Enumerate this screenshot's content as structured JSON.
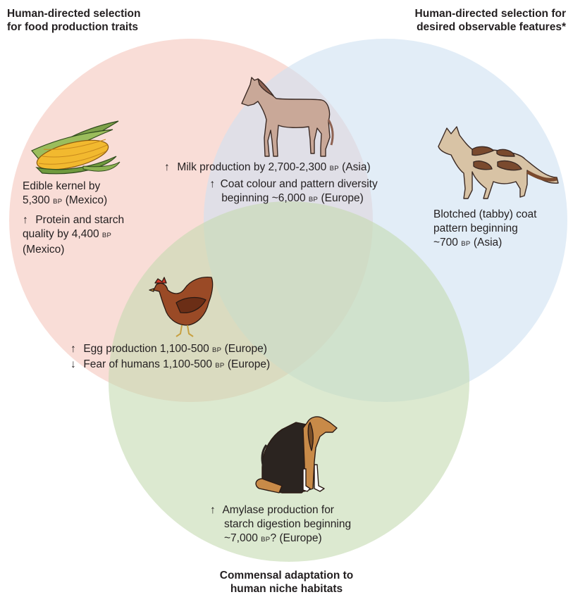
{
  "sets": {
    "food": {
      "title_line1": "Human-directed selection",
      "title_line2": "for food production traits",
      "color": "#f5c7bd"
    },
    "features": {
      "title_line1": "Human-directed selection for",
      "title_line2": "desired observable features*",
      "color": "#cfe1f1"
    },
    "commensal": {
      "title_line1": "Commensal adaptation to",
      "title_line2": "human niche habitats",
      "color": "#c5dab0"
    }
  },
  "maize": {
    "icon": "maize-cob-icon",
    "l1": "Edible kernel by",
    "l2a": "5,300",
    "l2bp": "BP",
    "l2b": " (Mexico)",
    "arrow": "↑",
    "l3": "Protein and starch",
    "l4a": "quality by 4,400",
    "l4bp": "BP",
    "l5": "(Mexico)"
  },
  "horse": {
    "icon": "horse-icon",
    "arrow1": "↑",
    "l1a": "Milk production by 2,700-2,300",
    "l1bp": "BP",
    "l1b": " (Asia)",
    "arrow2": "↑",
    "l2": "Coat colour and pattern diversity",
    "l3a": "beginning ~6,000",
    "l3bp": "BP",
    "l3b": " (Europe)"
  },
  "cat": {
    "icon": "cat-icon",
    "l1": "Blotched (tabby) coat",
    "l2": "pattern beginning",
    "l3a": "~700",
    "l3bp": "BP",
    "l3b": " (Asia)"
  },
  "chicken": {
    "icon": "chicken-icon",
    "arrow1": "↑",
    "l1a": "Egg production 1,100-500",
    "l1bp": "BP",
    "l1b": " (Europe)",
    "arrow2": "↓",
    "l2a": "Fear of humans 1,100-500",
    "l2bp": "BP",
    "l2b": " (Europe)"
  },
  "dog": {
    "icon": "dog-icon",
    "arrow": "↑",
    "l1": "Amylase production for",
    "l2": "starch digestion beginning",
    "l3a": "~7,000",
    "l3bp": "BP",
    "l3b": "? (Europe)"
  }
}
